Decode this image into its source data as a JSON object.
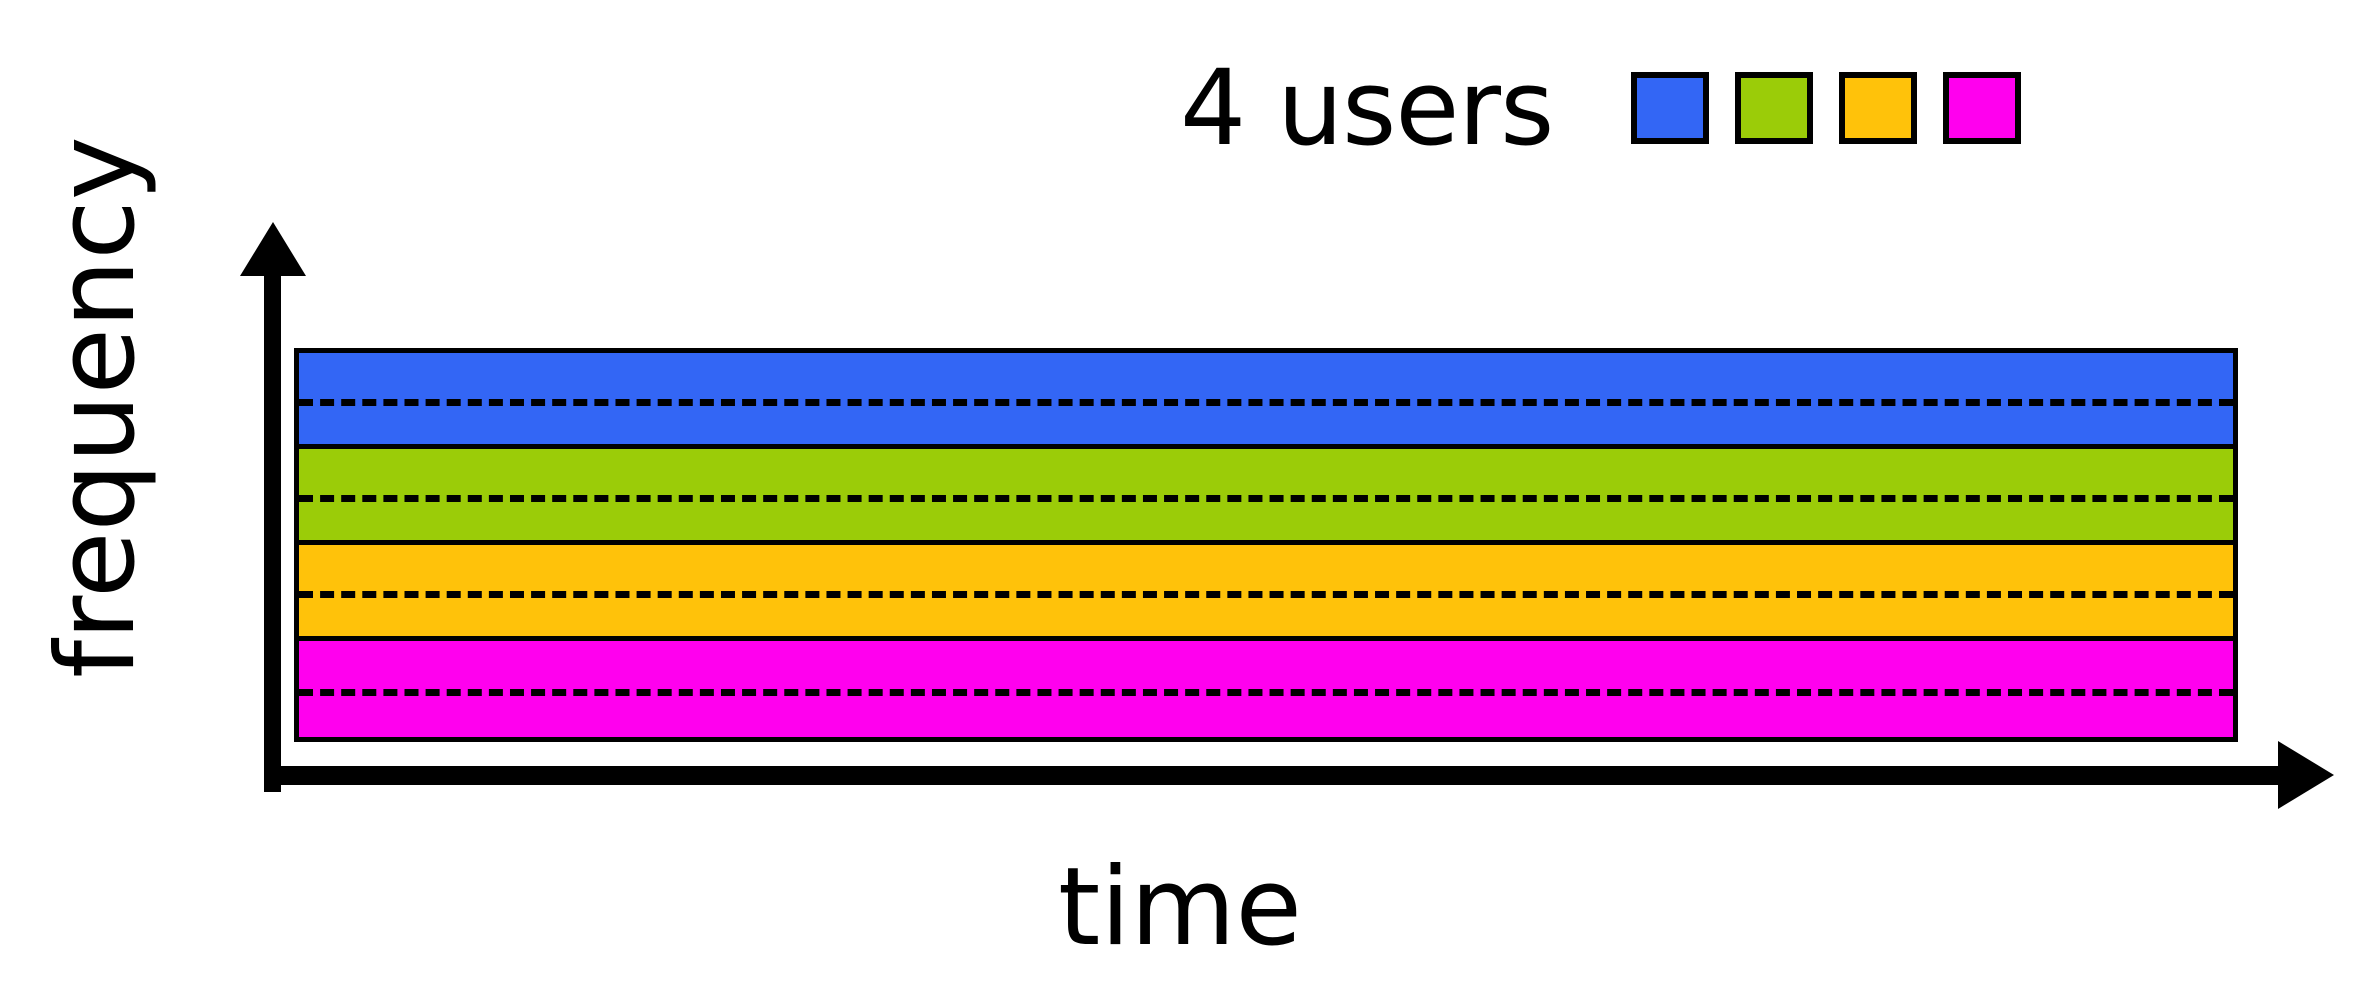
{
  "chart_data": {
    "type": "area",
    "title": "",
    "xlabel": "time",
    "ylabel": "frequency",
    "legend_label": "4 users",
    "legend_position": "top-right",
    "grid": false,
    "axes_style": "arrows",
    "description": "Time-frequency resource grid fully partitioned into four contiguous horizontal frequency bands, one per user, each band constant across the whole time axis and split in half by a dashed line.",
    "x_range_label": "full time span",
    "user_count": 4,
    "categories": [
      "user 1",
      "user 2",
      "user 3",
      "user 4"
    ],
    "values": [
      25,
      25,
      25,
      25
    ],
    "value_unit": "percent of total bandwidth",
    "bands": [
      {
        "name": "user-1-band",
        "color": "#3366F5",
        "share_percent": 25,
        "dashed_midline": true
      },
      {
        "name": "user-2-band",
        "color": "#9BCC08",
        "share_percent": 25,
        "dashed_midline": true
      },
      {
        "name": "user-3-band",
        "color": "#FFC20A",
        "share_percent": 25,
        "dashed_midline": true
      },
      {
        "name": "user-4-band",
        "color": "#FF00EE",
        "share_percent": 25,
        "dashed_midline": true
      }
    ]
  },
  "legend": {
    "label": "4 users",
    "swatches": [
      {
        "name": "legend-swatch-blue",
        "color": "#3366F5"
      },
      {
        "name": "legend-swatch-green",
        "color": "#9BCC08"
      },
      {
        "name": "legend-swatch-yellow",
        "color": "#FFC20A"
      },
      {
        "name": "legend-swatch-magenta",
        "color": "#FF00EE"
      }
    ]
  },
  "axes": {
    "y_title": "frequency",
    "x_title": "time",
    "color": "#000000"
  },
  "colors": {
    "background": "#FFFFFF",
    "outline": "#000000",
    "blue": "#3366F5",
    "green": "#9BCC08",
    "yellow": "#FFC20A",
    "magenta": "#FF00EE"
  }
}
